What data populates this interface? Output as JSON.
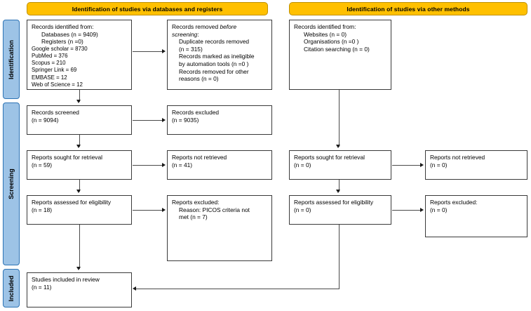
{
  "diagram": {
    "title": "PRISMA 2020 flow diagram",
    "colors": {
      "banner_fill": "#FFC000",
      "banner_border": "#BF9000",
      "stage_fill": "#9DC3E6",
      "stage_border": "#2E74B5",
      "box_border": "#3A3A3A",
      "connector": "#4A4A4A"
    }
  },
  "banners": {
    "databases": "Identification of studies via databases and registers",
    "other": "Identification of studies via other methods"
  },
  "stages": {
    "identification": "Identification",
    "screening": "Screening",
    "included": "Included"
  },
  "boxes": {
    "records_identified": {
      "l1": "Records identified from:",
      "l2": "Databases (n = 9409)",
      "l3": "Registers (n =0)",
      "l4": "Google scholar = 8730",
      "l5": "PubMed = 376",
      "l6": "Scopus = 210",
      "l7": "Springer Link = 69",
      "l8": "EMBASE = 12",
      "l9": "Web of Science = 12"
    },
    "records_removed": {
      "l1a": "Records removed ",
      "l1b": "before",
      "l2a": "screening",
      "l2b": ":",
      "l3": "Duplicate records removed",
      "l4": "(n = 315)",
      "l5": "Records marked as ineligible",
      "l6": "by automation tools (n =0 )",
      "l7": "Records removed for other",
      "l8": "reasons (n = 0)"
    },
    "records_screened": {
      "l1": "Records screened",
      "l2": "(n = 9094)"
    },
    "records_excluded": {
      "l1": "Records excluded",
      "l2": "(n = 9035)"
    },
    "reports_sought": {
      "l1": "Reports sought for retrieval",
      "l2": "(n = 59)"
    },
    "reports_not_retrieved": {
      "l1": "Reports not retrieved",
      "l2": "(n = 41)"
    },
    "reports_assessed": {
      "l1": "Reports assessed for eligibility",
      "l2": "(n = 18)"
    },
    "reports_excluded": {
      "l1": "Reports excluded:",
      "l2": "Reason: PICOS criteria not",
      "l3": "met (n = 7)"
    },
    "studies_included": {
      "l1": "Studies included in review",
      "l2": "(n = 11)"
    },
    "other_identified": {
      "l1": "Records identified from:",
      "l2": "Websites (n = 0)",
      "l3": "Organisations (n =0 )",
      "l4": "Citation searching (n = 0)"
    },
    "other_sought": {
      "l1": "Reports sought for retrieval",
      "l2": "(n = 0)"
    },
    "other_not_retrieved": {
      "l1": "Reports not retrieved",
      "l2": "(n = 0)"
    },
    "other_assessed": {
      "l1": "Reports assessed for eligibility",
      "l2": "(n = 0)"
    },
    "other_excluded": {
      "l1": "Reports excluded:",
      "l2": " (n = 0)"
    }
  }
}
